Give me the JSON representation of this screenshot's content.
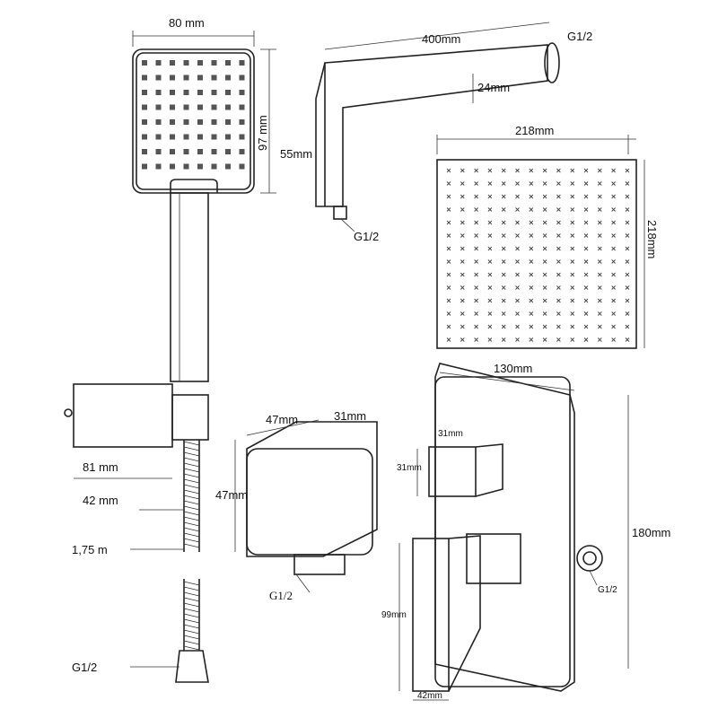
{
  "hand_shower": {
    "width": "80 mm",
    "height": "97 mm"
  },
  "shower_arm": {
    "length": "400mm",
    "thread_top": "G1/2",
    "thickness": "24mm",
    "drop": "55mm",
    "thread_bottom": "G1/2"
  },
  "rain_head": {
    "width": "218mm",
    "height": "218mm"
  },
  "holder": {
    "depth": "81 mm",
    "offset": "42 mm"
  },
  "hose": {
    "length": "1,75 m",
    "thread": "G1/2"
  },
  "wall_outlet": {
    "width": "47mm",
    "depth": "31mm",
    "height": "47mm",
    "thread": "G1/2"
  },
  "mixer": {
    "plate_width": "130mm",
    "knob_height": "31mm",
    "knob_width": "31mm",
    "plate_height": "180mm",
    "lever_height": "99mm",
    "outlet_thread": "G1/2",
    "lever_width": "42mm"
  }
}
